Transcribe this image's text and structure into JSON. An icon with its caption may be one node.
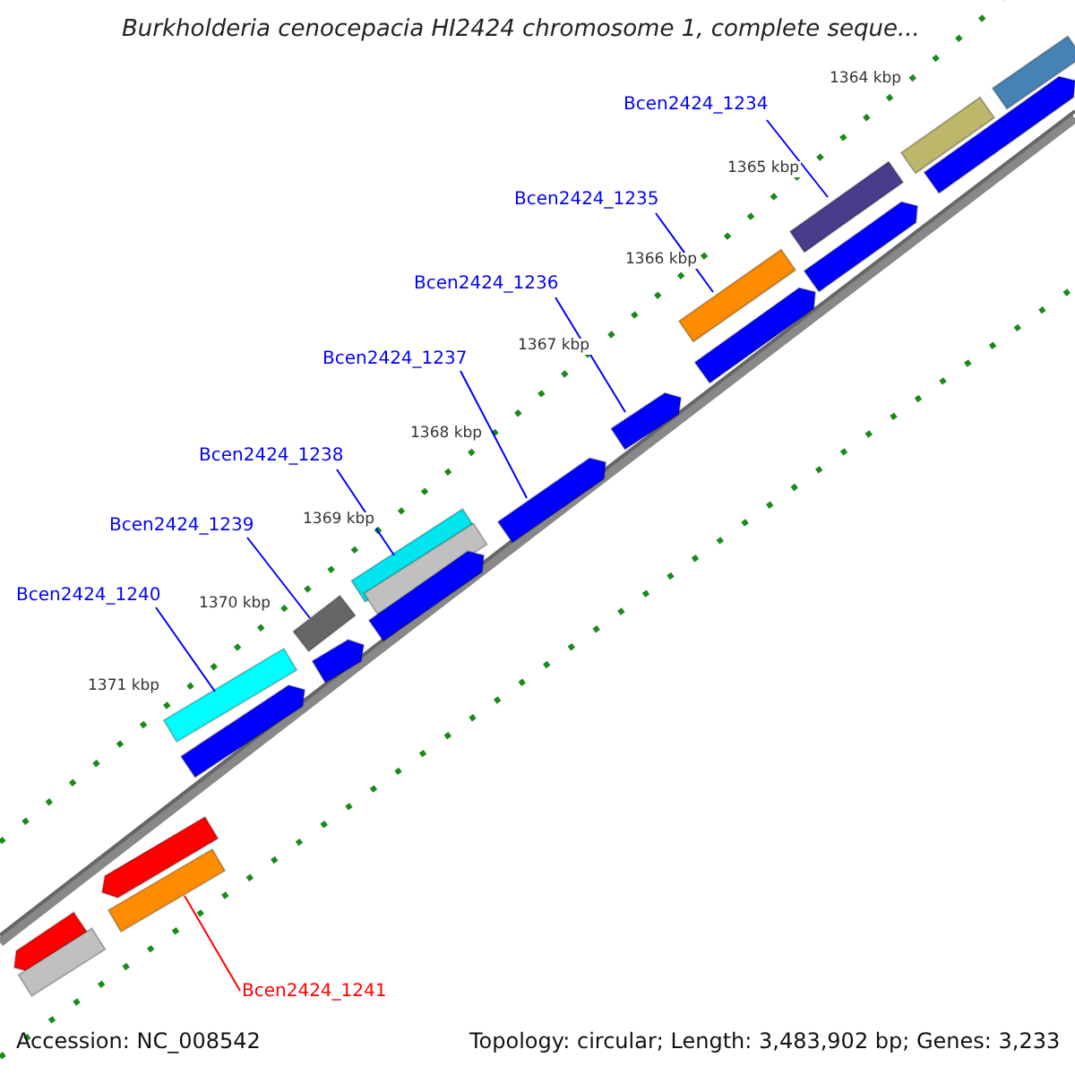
{
  "diagram": {
    "title": "Burkholderia cenocepacia HI2424 chromosome 1, complete seque...",
    "nodes": [
      {
        "text": [
          "Bcen2424_1234"
        ]
      },
      {
        "text": [
          "Bcen2424_1235"
        ]
      },
      {
        "text": [
          "Bcen2424_1236"
        ]
      },
      {
        "text": [
          "Bcen2424_1237"
        ]
      },
      {
        "text": [
          "Bcen2424_1238"
        ]
      },
      {
        "text": [
          "Bcen2424_1239"
        ]
      },
      {
        "text": [
          "Bcen2424_1240"
        ]
      },
      {
        "text": [
          "Bcen2424_1241"
        ]
      },
      {
        "text": [],
        "shape": "bar"
      },
      {
        "text": [],
        "shape": "bar"
      },
      {
        "text": [],
        "shape": "bar"
      },
      {
        "text": [],
        "shape": "bar"
      },
      {
        "text": [],
        "shape": "bar"
      },
      {
        "text": [],
        "shape": "bar"
      },
      {
        "text": [],
        "shape": "bar"
      },
      {
        "text": [],
        "shape": "bar"
      },
      {
        "text": [],
        "shape": "bar"
      },
      {
        "text": [],
        "shape": "bar"
      },
      {
        "text": [],
        "shape": "bar"
      },
      {
        "text": [],
        "shape": "bar"
      },
      {
        "text": [],
        "shape": "bar"
      },
      {
        "text": [],
        "shape": "bar"
      },
      {
        "text": [],
        "shape": "bar"
      },
      {
        "text": [],
        "shape": "bar"
      },
      {
        "text": [],
        "shape": "bar"
      },
      {
        "text": [],
        "shape": "bar"
      },
      {
        "text": [],
        "shape": "bar"
      },
      {
        "text": [],
        "shape": "bar"
      }
    ],
    "edges": [
      {
        "from": 0,
        "to": 23,
        "arrow": "none"
      },
      {
        "from": 1,
        "to": 21,
        "arrow": "none"
      },
      {
        "from": 2,
        "to": 20,
        "arrow": "none"
      },
      {
        "from": 3,
        "to": 19,
        "arrow": "none"
      },
      {
        "from": 4,
        "to": 16,
        "arrow": "none"
      },
      {
        "from": 5,
        "to": 14,
        "arrow": "none"
      },
      {
        "from": 6,
        "to": 12,
        "arrow": "none"
      },
      {
        "from": 7,
        "to": 11,
        "arrow": "none",
        "color": "#ff0000"
      }
    ],
    "labels": [
      "1364 kbp",
      "1365 kbp",
      "1366 kbp",
      "1367 kbp",
      "1368 kbp",
      "1369 kbp",
      "1370 kbp",
      "1371 kbp",
      "Accession: NC_008542",
      "Topology: circular; Length: 3,483,902 bp; Genes: 3,233"
    ]
  }
}
